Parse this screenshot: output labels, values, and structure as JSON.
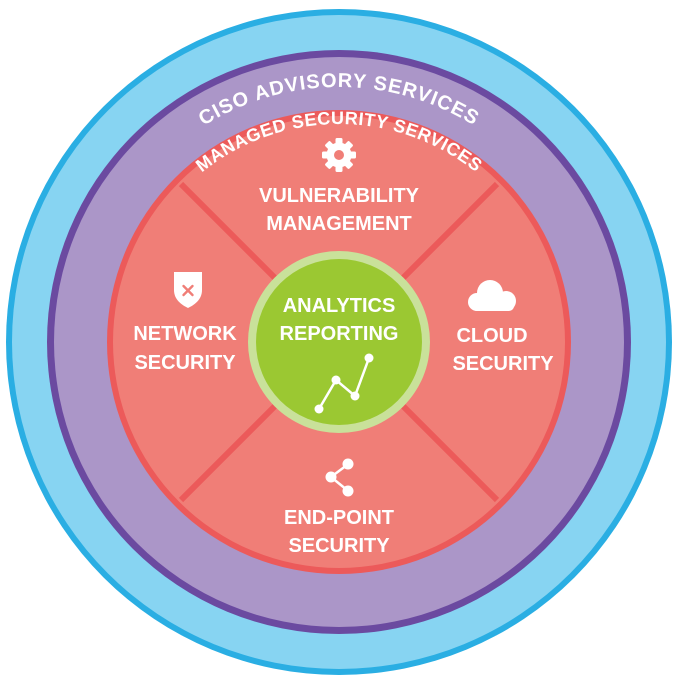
{
  "colors": {
    "outer_ring": "#2aaee3",
    "outer_ring_fill": "#87d4f2",
    "managed_ring": "#6b4aa0",
    "managed_ring_fill": "#ab96c8",
    "red_ring": "#ec5a5a",
    "red_fill": "#f07e77",
    "core_ring": "#c9e19a",
    "core_fill": "#9bc832",
    "white": "#ffffff"
  },
  "outer_ring": {
    "label": "CISO ADVISORY SERVICES"
  },
  "managed_ring": {
    "label": "MANAGED SECURITY SERVICES"
  },
  "segments": {
    "top": {
      "line1": "VULNERABILITY",
      "line2": "MANAGEMENT",
      "icon": "gear-icon"
    },
    "left": {
      "line1": "NETWORK",
      "line2": "SECURITY",
      "icon": "shield-icon"
    },
    "right": {
      "line1": "CLOUD",
      "line2": "SECURITY",
      "icon": "cloud-icon"
    },
    "bottom": {
      "line1": "END-POINT",
      "line2": "SECURITY",
      "icon": "share-icon"
    }
  },
  "core": {
    "line1": "ANALYTICS",
    "line2": "REPORTING",
    "icon": "line-chart-icon"
  }
}
